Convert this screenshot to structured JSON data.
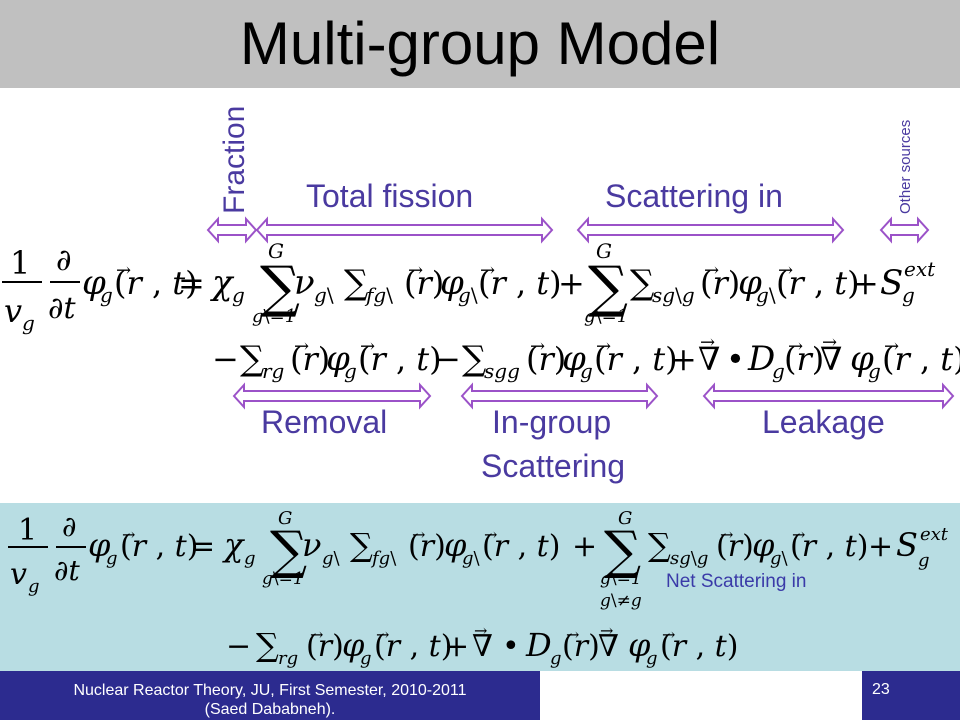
{
  "slide": {
    "title": "Multi-group Model",
    "labels": {
      "fraction": "Fraction",
      "total_fission": "Total fission",
      "scattering_in": "Scattering in",
      "other_sources": "Other sources",
      "removal": "Removal",
      "in_group": "In-group",
      "scattering": "Scattering",
      "leakage": "Leakage",
      "net_scattering_in": "Net Scattering in"
    },
    "footer": {
      "line1": "Nuclear Reactor Theory, JU, First Semester, 2010-2011",
      "line2": "(Saed Dababneh).",
      "page_number": "23"
    },
    "colors": {
      "label": "#4a3aa0",
      "arrow": "#9b52c8",
      "title_bar": "#c0c0c0",
      "bottom_box": "#b8dde3",
      "footer": "#2c2b8f"
    }
  }
}
